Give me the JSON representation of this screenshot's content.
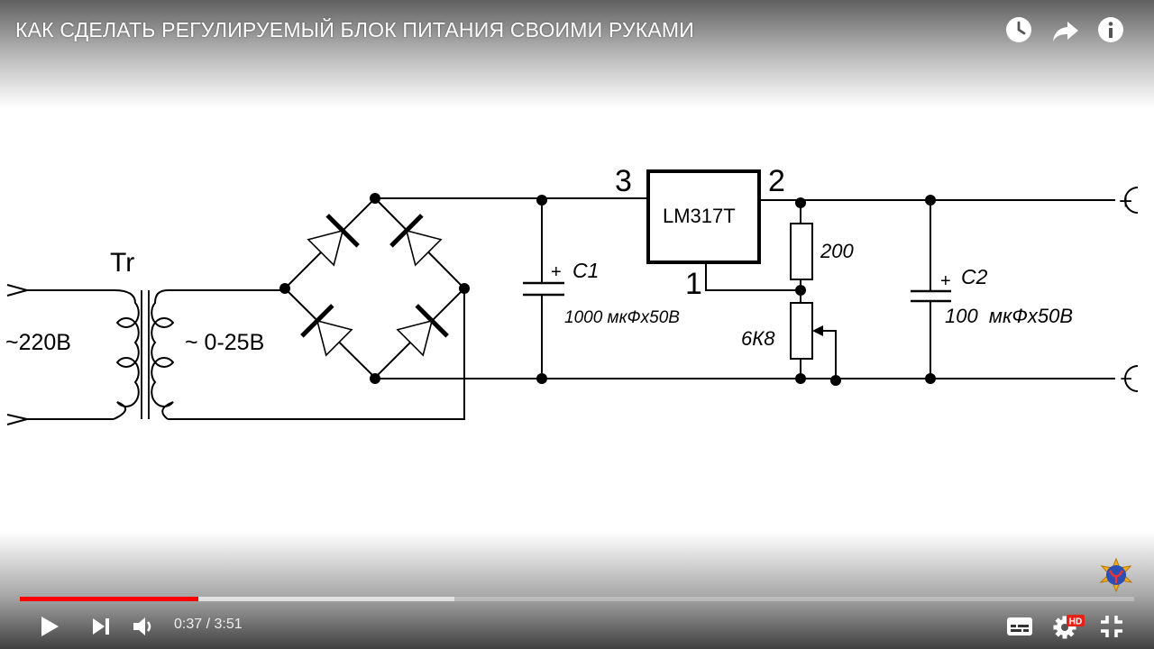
{
  "video": {
    "title": "КАК СДЕЛАТЬ РЕГУЛИРУЕМЫЙ БЛОК ПИТАНИЯ СВОИМИ РУКАМИ",
    "current_time": "0:37",
    "time_separator": " / ",
    "duration": "3:51",
    "progress_fraction": 0.16,
    "buffered_fraction": 0.39,
    "progress_color": "#ff0000",
    "quality_badge": "HD",
    "quality_badge_color": "#e62117"
  },
  "top_actions": [
    {
      "name": "watch-later-button",
      "icon": "clock-icon"
    },
    {
      "name": "share-button",
      "icon": "share-arrow-icon"
    },
    {
      "name": "info-button",
      "icon": "info-icon"
    }
  ],
  "controls": {
    "play": "play-icon",
    "next": "next-icon",
    "volume": "volume-icon",
    "subtitles": "subtitles-icon",
    "settings": "gear-icon",
    "fullscreen": "exit-fullscreen-icon"
  },
  "schematic": {
    "transformer_label": "Tr",
    "input_voltage": "~220В",
    "output_voltage": "~ 0-25В",
    "regulator_label": "LM317T",
    "pin_in": "3",
    "pin_out": "2",
    "pin_adj": "1",
    "c1_plus": "+",
    "c1_label": "C1",
    "c1_value": "1000 мкФх50В",
    "c2_plus": "+",
    "c2_label": "C2",
    "c2_value": "100  мкФх50В",
    "r1_value": "200",
    "r2_value": "6К8",
    "plus_terminal": "+",
    "minus_terminal": "−"
  }
}
